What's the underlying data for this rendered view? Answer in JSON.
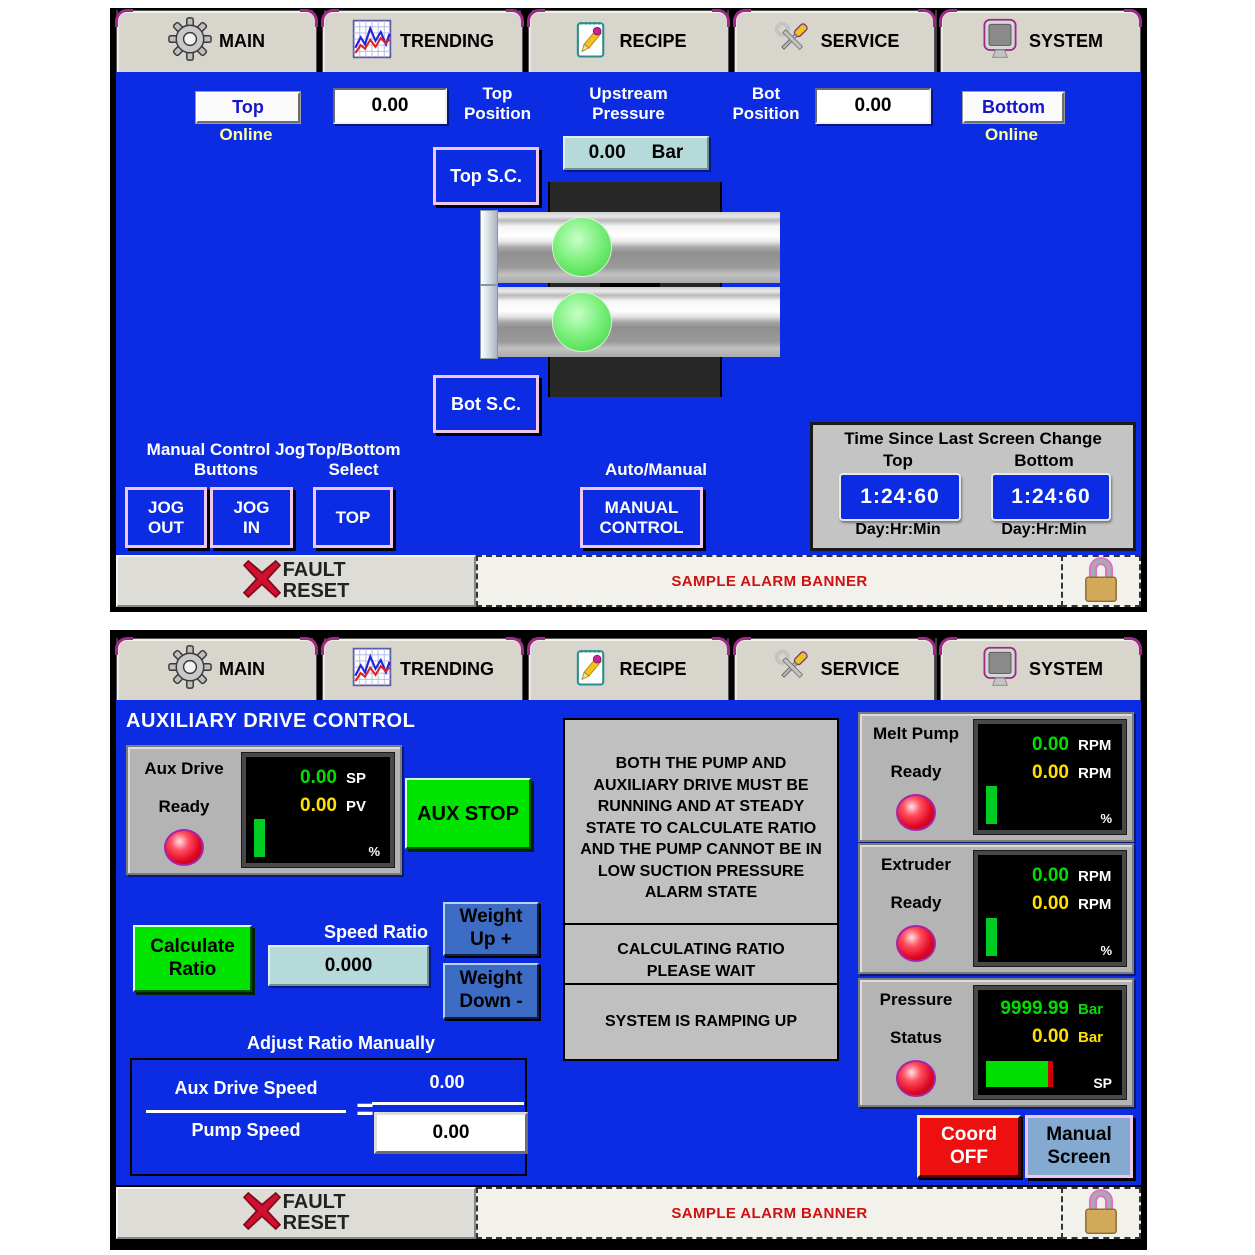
{
  "colors": {
    "screen_bg": "#0b2ce2",
    "tab_gray": "#d8d5cc",
    "accent_magenta": "#9c2a86",
    "alarm_red": "#cc1111",
    "value_green": "#00e000",
    "value_yellow": "#ffe000",
    "button_green": "#00e400",
    "button_red": "#ee1010",
    "field_teal": "#b6dada"
  },
  "tabs": [
    {
      "label": "MAIN",
      "icon": "gear-icon"
    },
    {
      "label": "TRENDING",
      "icon": "trend-chart-icon"
    },
    {
      "label": "RECIPE",
      "icon": "recipe-notepad-icon"
    },
    {
      "label": "SERVICE",
      "icon": "service-tools-icon"
    },
    {
      "label": "SYSTEM",
      "icon": "system-monitor-icon"
    }
  ],
  "screen1": {
    "top_select_button": {
      "label": "Top",
      "status": "Online"
    },
    "bottom_select_button": {
      "label": "Bottom",
      "status": "Online"
    },
    "top_position": {
      "value": "0.00",
      "label_line1": "Top",
      "label_line2": "Position"
    },
    "bot_position": {
      "value": "0.00",
      "label_line1": "Bot",
      "label_line2": "Position"
    },
    "upstream_pressure": {
      "label_line1": "Upstream",
      "label_line2": "Pressure",
      "value": "0.00",
      "unit": "Bar"
    },
    "top_sc_button": "Top S.C.",
    "bot_sc_button": "Bot S.C.",
    "jog_section": {
      "label_line1": "Manual Control Jog",
      "label_line2": "Buttons",
      "jog_out": {
        "l1": "JOG",
        "l2": "OUT"
      },
      "jog_in": {
        "l1": "JOG",
        "l2": "IN"
      }
    },
    "select_section": {
      "label_line1": "Top/Bottom",
      "label_line2": "Select",
      "button": "TOP"
    },
    "auto_manual": {
      "label": "Auto/Manual",
      "button_l1": "MANUAL",
      "button_l2": "CONTROL"
    },
    "time_panel": {
      "title": "Time Since Last Screen Change",
      "col1_label": "Top",
      "col2_label": "Bottom",
      "col1_value": "1:24:60",
      "col2_value": "1:24:60",
      "col1_unit": "Day:Hr:Min",
      "col2_unit": "Day:Hr:Min"
    }
  },
  "screen2": {
    "title": "AUXILIARY DRIVE CONTROL",
    "aux_drive": {
      "name": "Aux Drive",
      "status": "Ready",
      "sp_value": "0.00",
      "sp_label": "SP",
      "pv_value": "0.00",
      "pv_label": "PV",
      "bar_unit": "%"
    },
    "aux_stop_button": "AUX STOP",
    "messages": {
      "interlock": "BOTH THE PUMP AND AUXILIARY DRIVE MUST BE RUNNING AND AT STEADY STATE TO CALCULATE RATIO AND THE PUMP CANNOT BE IN LOW SUCTION PRESSURE ALARM STATE",
      "calculating_l1": "CALCULATING RATIO",
      "calculating_l2": "PLEASE WAIT",
      "ramping": "SYSTEM IS RAMPING UP"
    },
    "melt_pump": {
      "name": "Melt Pump",
      "status": "Ready",
      "sp_value": "0.00",
      "sp_unit": "RPM",
      "pv_value": "0.00",
      "pv_unit": "RPM",
      "bar_unit": "%"
    },
    "extruder": {
      "name": "Extruder",
      "status": "Ready",
      "sp_value": "0.00",
      "sp_unit": "RPM",
      "pv_value": "0.00",
      "pv_unit": "RPM",
      "bar_unit": "%"
    },
    "pressure": {
      "name": "Pressure",
      "status": "Status",
      "sp_value": "9999.99",
      "sp_unit": "Bar",
      "pv_value": "0.00",
      "pv_unit": "Bar",
      "bar_label": "SP"
    },
    "calculate_ratio_button": {
      "l1": "Calculate",
      "l2": "Ratio"
    },
    "speed_ratio": {
      "label": "Speed Ratio",
      "value": "0.000"
    },
    "weight_up_button": {
      "l1": "Weight",
      "l2": "Up +"
    },
    "weight_down_button": {
      "l1": "Weight",
      "l2": "Down -"
    },
    "adjust_ratio": {
      "title": "Adjust Ratio Manually",
      "numerator": "Aux Drive Speed",
      "denominator": "Pump Speed",
      "equals": "=",
      "result_value": "0.00",
      "input_value": "0.00"
    },
    "coord_button": {
      "l1": "Coord",
      "l2": "OFF"
    },
    "manual_screen_button": {
      "l1": "Manual",
      "l2": "Screen"
    }
  },
  "footer": {
    "fault_reset_l1": "FAULT",
    "fault_reset_l2": "RESET",
    "alarm_banner": "SAMPLE ALARM BANNER"
  }
}
